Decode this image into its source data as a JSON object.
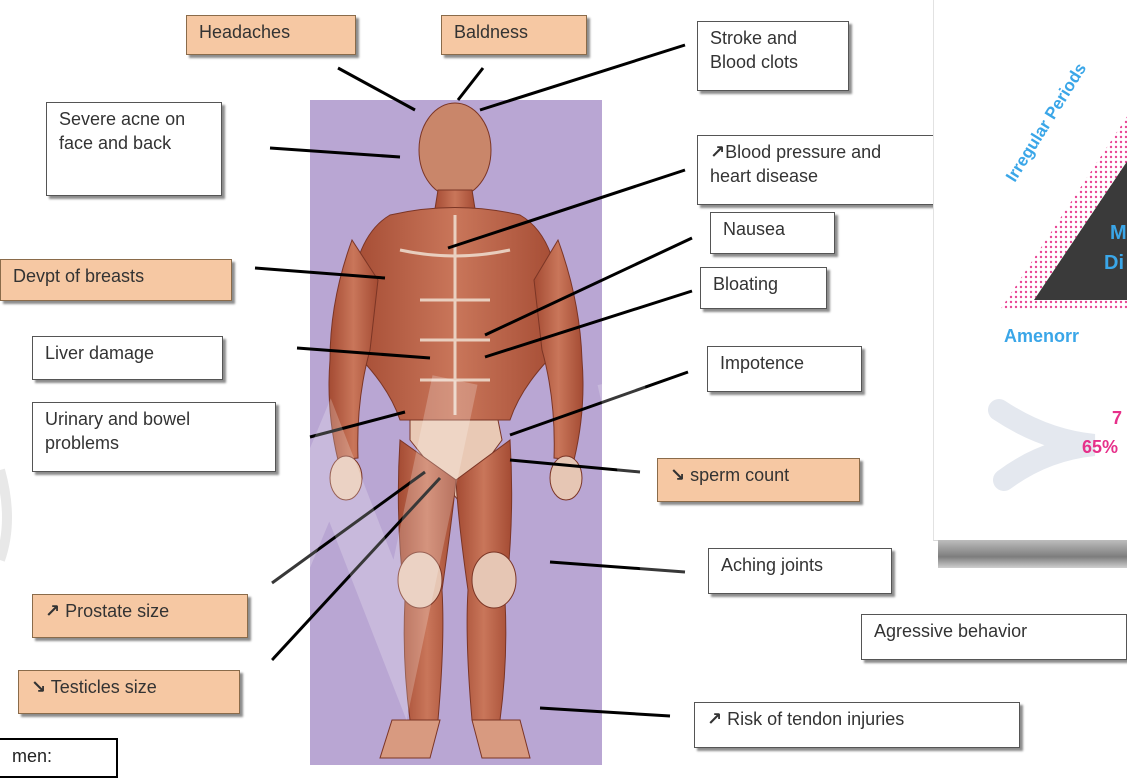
{
  "labels": {
    "headaches": "Headaches",
    "baldness": "Baldness",
    "stroke": "Stroke and Blood clots",
    "acne": "Severe acne on face and back",
    "blood_pressure": "Blood pressure and heart disease",
    "nausea": "Nausea",
    "breasts": "Devpt of breasts",
    "bloating": "Bloating",
    "liver": "Liver damage",
    "impotence": "Impotence",
    "urinary": "Urinary and bowel problems",
    "sperm": "sperm count",
    "aching": "Aching joints",
    "prostate": "Prostate size",
    "aggressive": "Agressive behavior",
    "testicles": "Testicles size",
    "tendon": "Risk of tendon injuries",
    "bottom_partial": "men:"
  },
  "arrows": {
    "up": "↗",
    "down": "↘"
  },
  "right_panel": {
    "arc_text": "Irregular Periods",
    "letters": [
      "M",
      "Di"
    ],
    "amenor": "Amenorr",
    "stat_a": "7",
    "stat_b": "65%"
  },
  "colors": {
    "panel": "#b9a6d3",
    "peach_box": "#f6c8a3",
    "muscle": "#b85f45",
    "skin": "#e9c9b5",
    "accent_blue": "#3aa6e8",
    "accent_magenta": "#e6308a"
  }
}
